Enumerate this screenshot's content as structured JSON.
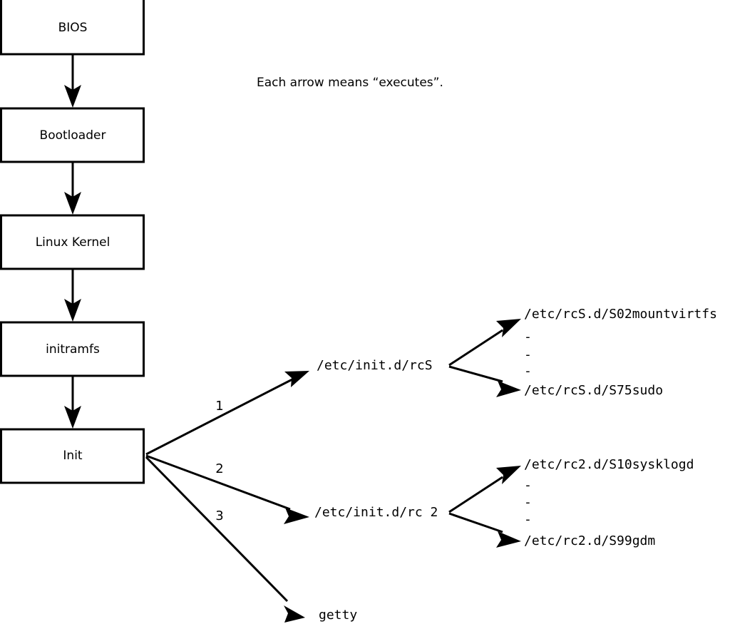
{
  "diagram": {
    "caption": "Each arrow means “executes”.",
    "boot_chain": [
      {
        "id": "bios",
        "label": "BIOS"
      },
      {
        "id": "bootloader",
        "label": "Bootloader"
      },
      {
        "id": "kernel",
        "label": "Linux Kernel"
      },
      {
        "id": "initramfs",
        "label": "initramfs"
      },
      {
        "id": "init",
        "label": "Init"
      }
    ],
    "init_branches": [
      {
        "number": "1",
        "target": "/etc/init.d/rcS"
      },
      {
        "number": "2",
        "target": "/etc/init.d/rc 2"
      },
      {
        "number": "3",
        "target": "getty"
      }
    ],
    "rcs_scripts": {
      "first": "/etc/rcS.d/S02mountvirtfs",
      "ellipsis": [
        "-",
        "-",
        "-"
      ],
      "last": "/etc/rcS.d/S75sudo"
    },
    "rc2_scripts": {
      "first": "/etc/rc2.d/S10sysklogd",
      "ellipsis": [
        "-",
        "-",
        "-"
      ],
      "last": "/etc/rc2.d/S99gdm"
    },
    "colors": {
      "stroke": "#000000",
      "fill": "#ffffff",
      "background": "#ffffff"
    }
  }
}
